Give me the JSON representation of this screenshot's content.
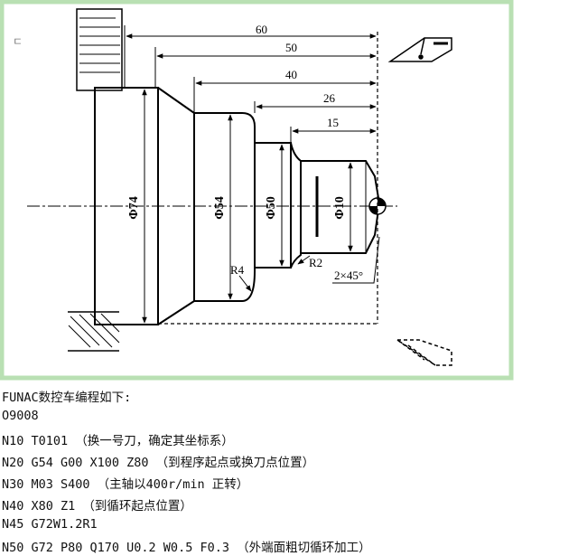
{
  "drawing": {
    "dimensions": {
      "len60": "60",
      "len50": "50",
      "len40": "40",
      "len26": "26",
      "len15": "15"
    },
    "diameters": {
      "d74": "Φ74",
      "d54": "Φ54",
      "d50": "Φ50",
      "d10": "Φ10"
    },
    "radii": {
      "r4": "R4",
      "r2": "R2"
    },
    "chamfer": "2×45°",
    "colors": {
      "frame_border": "#b9e0b3",
      "background": "#ffffff",
      "line": "#000000"
    }
  },
  "program": {
    "lines": [
      "FUNAC数控车编程如下:",
      "O9008",
      "N10 T0101 （换一号刀，确定其坐标系）",
      "N20 G54 G00 X100 Z80 （到程序起点或换刀点位置）",
      "N30 M03 S400 （主轴以400r/min 正转）",
      "N40 X80 Z1 （到循环起点位置）",
      "N45 G72W1.2R1",
      "N50 G72 P80 Q170 U0.2 W0.5 F0.3 （外端面粗切循环加工）"
    ]
  }
}
